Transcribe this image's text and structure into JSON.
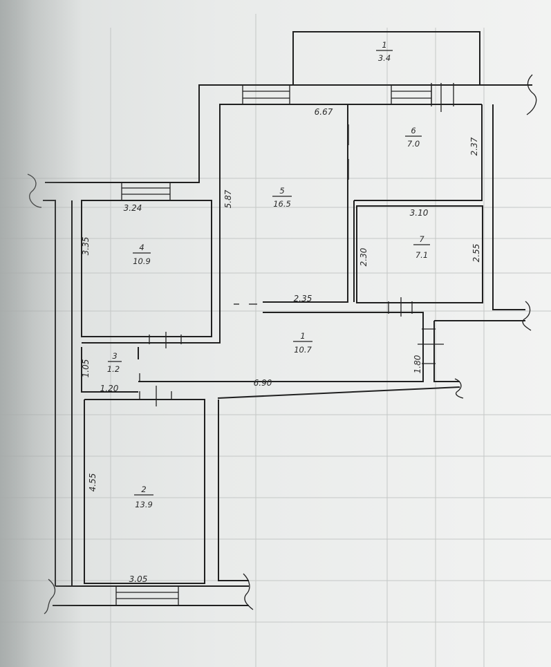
{
  "rooms": [
    {
      "id": "balcony",
      "number": "1",
      "area": "3.4"
    },
    {
      "id": "room-5",
      "number": "5",
      "area": "16.5"
    },
    {
      "id": "room-6",
      "number": "6",
      "area": "7.0"
    },
    {
      "id": "room-4",
      "number": "4",
      "area": "10.9"
    },
    {
      "id": "room-7",
      "number": "7",
      "area": "7.1"
    },
    {
      "id": "hall-1",
      "number": "1",
      "area": "10.7"
    },
    {
      "id": "room-3",
      "number": "3",
      "area": "1.2"
    },
    {
      "id": "room-2",
      "number": "2",
      "area": "13.9"
    }
  ],
  "dimensions": {
    "d_6_67": "6.67",
    "d_2_37": "2.37",
    "d_5_87": "5.87",
    "d_3_24": "3.24",
    "d_3_35": "3.35",
    "d_3_10": "3.10",
    "d_2_30": "2.30",
    "d_2_55": "2.55",
    "d_2_35": "2.35",
    "d_1_05": "1.05",
    "d_1_20": "1.20",
    "d_6_90": "6.90",
    "d_1_80": "1.80",
    "d_4_55": "4.55",
    "d_3_05": "3.05"
  }
}
